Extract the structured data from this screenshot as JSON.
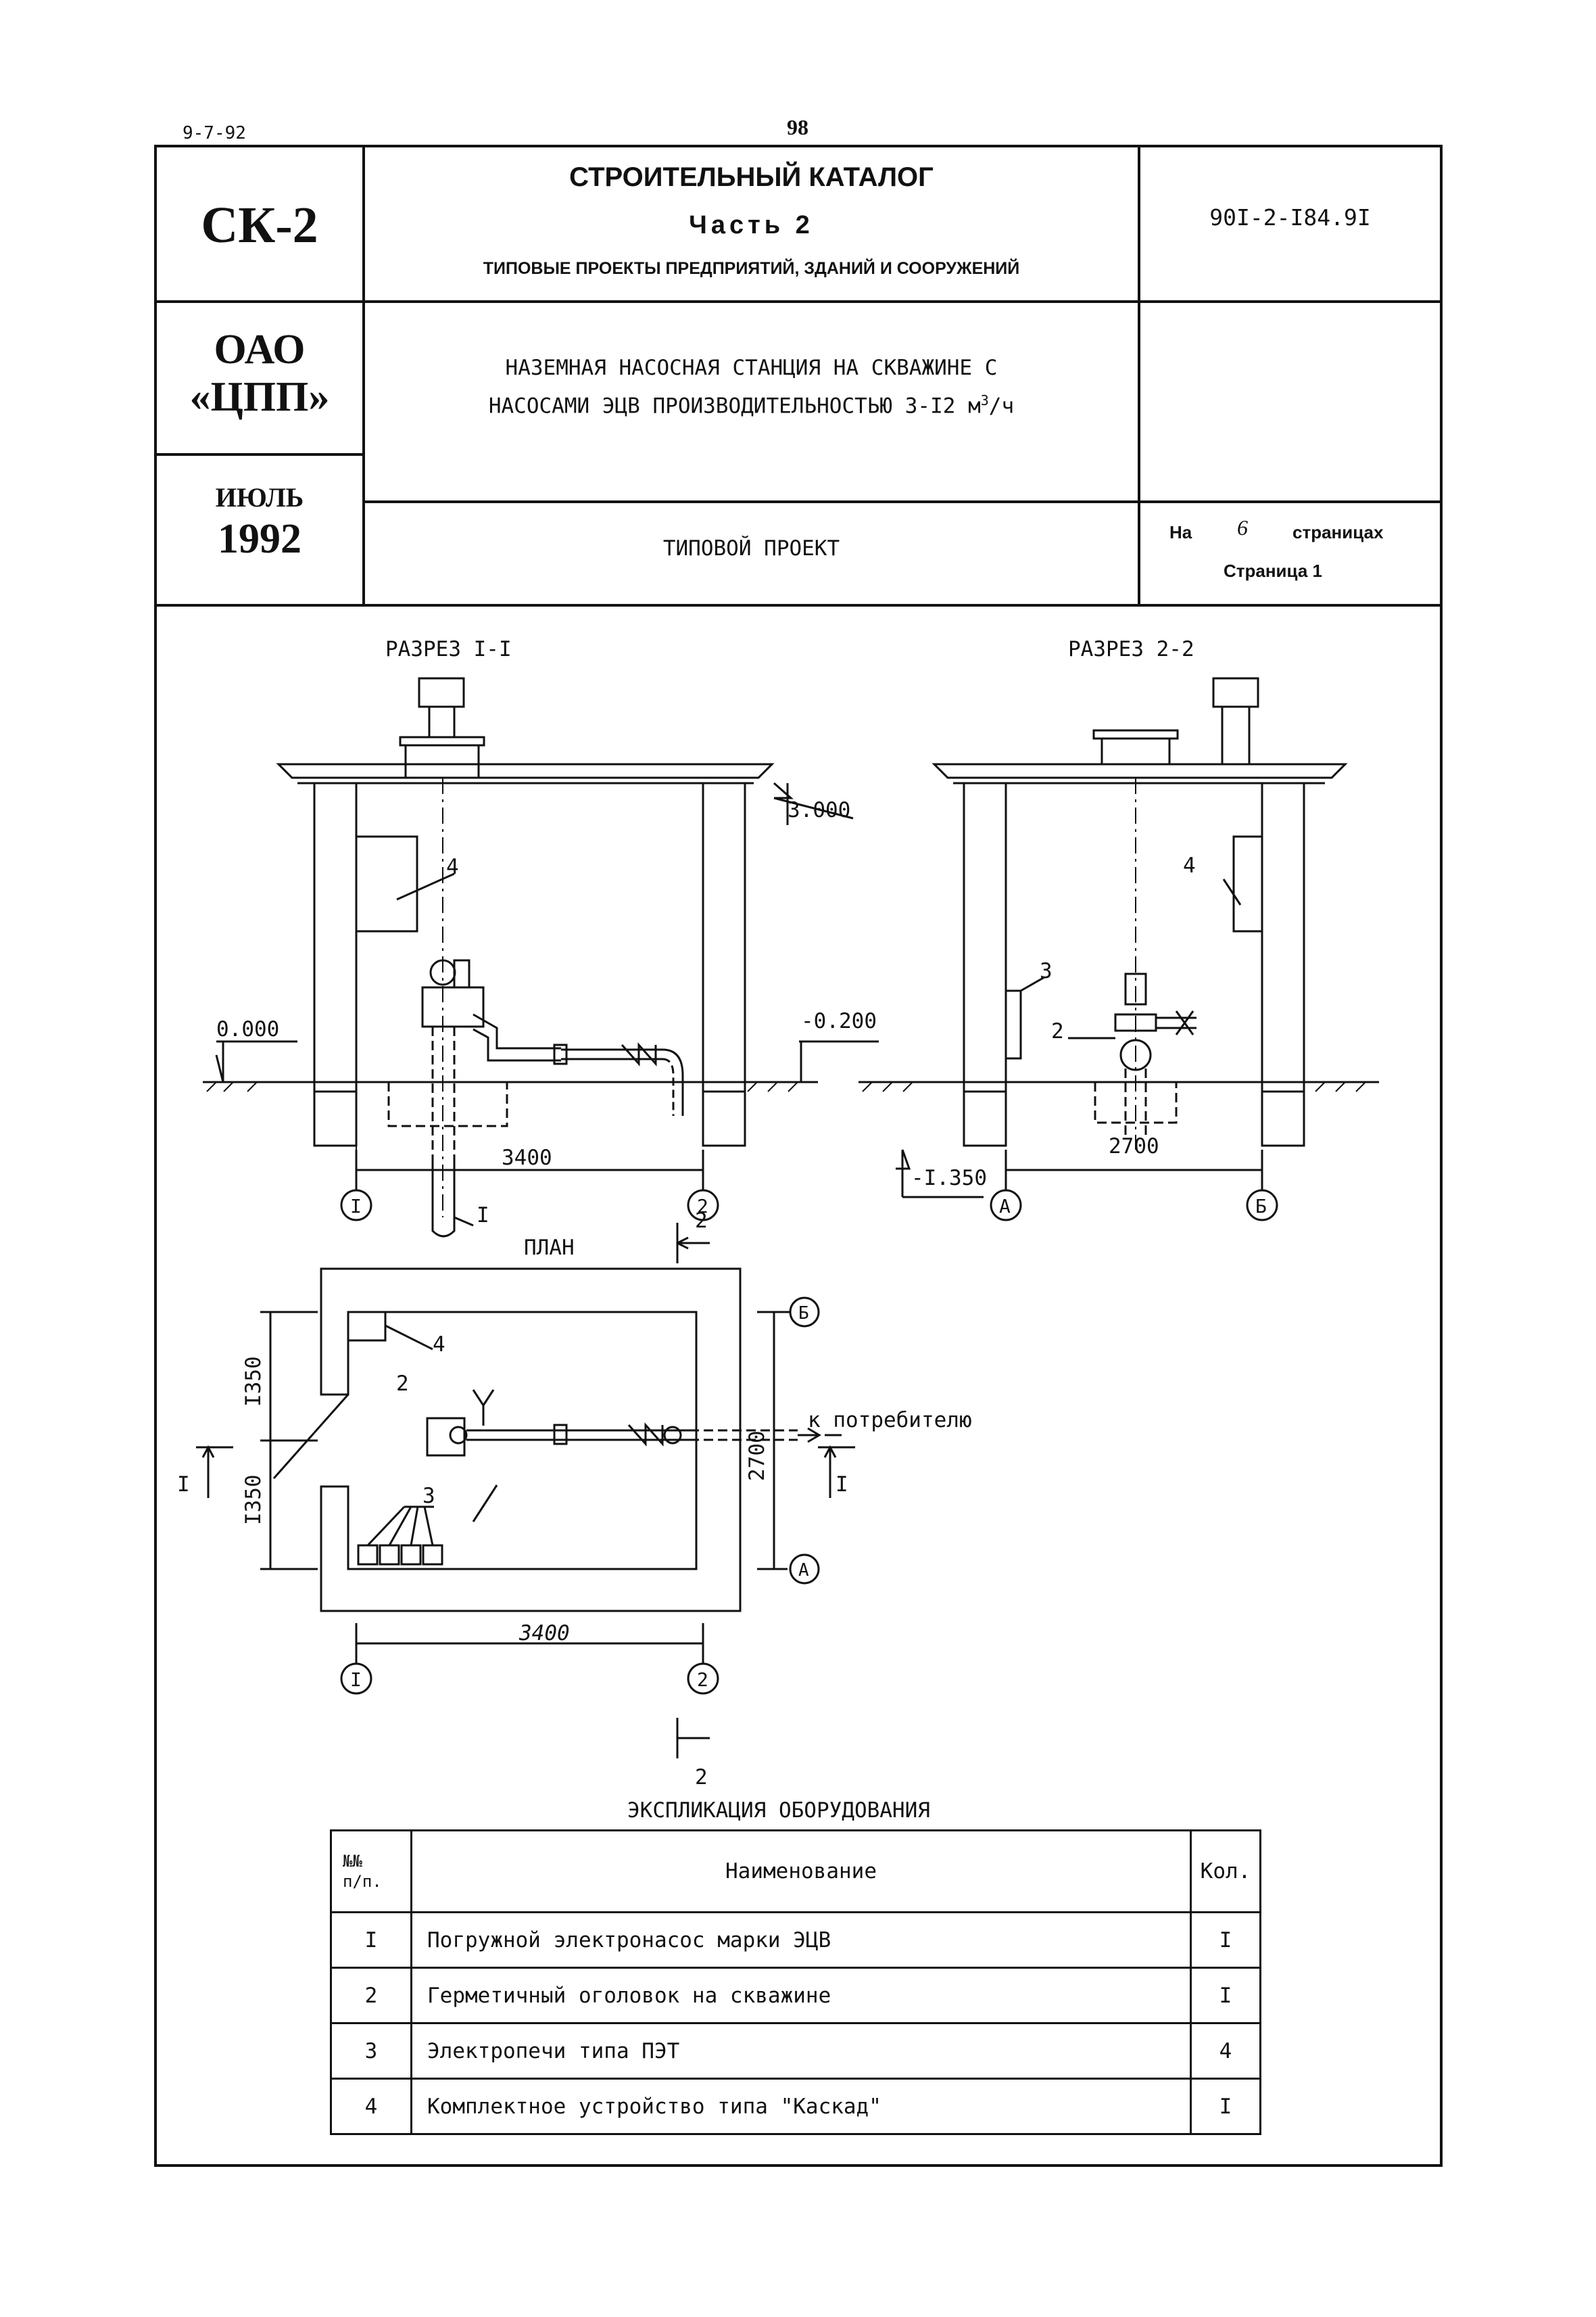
{
  "header": {
    "code_top_left": "9-7-92",
    "page_number": "98",
    "catalog_code": "СК-2",
    "catalog_title": "СТРОИТЕЛЬНЫЙ КАТАЛОГ",
    "catalog_part": "Часть 2",
    "catalog_subtitle": "ТИПОВЫЕ ПРОЕКТЫ ПРЕДПРИЯТИЙ, ЗДАНИЙ И СООРУЖЕНИЙ",
    "project_code": "90I-2-I84.9I",
    "org_line1": "ОАО",
    "org_line2": "«ЦПП»",
    "project_name_line1": "НАЗЕМНАЯ НАСОСНАЯ СТАНЦИЯ НА СКВАЖИНЕ С",
    "project_name_line2": "НАСОСАМИ ЭЦВ ПРОИЗВОДИТЕЛЬНОСТЬЮ 3-I2 м",
    "project_name_sup": "3",
    "project_name_tail": "/ч",
    "month": "ИЮЛЬ",
    "year": "1992",
    "project_type": "ТИПОВОЙ ПРОЕКТ",
    "pages_prefix": "На",
    "pages_count": "6",
    "pages_suffix": "страницах",
    "page_label": "Страница 1"
  },
  "drawing": {
    "section1_title": "РАЗРЕЗ I-I",
    "section2_title": "РАЗРЕЗ 2-2",
    "plan_title": "ПЛАН",
    "elev_3000": "3.000",
    "elev_0000": "0.000",
    "elev_m0200": "-0.200",
    "elev_m1350": "-I.350",
    "dim_3400": "3400",
    "dim_3400_plan": "3400",
    "dim_2700": "2700",
    "dim_2700_plan": "2700",
    "dim_1350_a": "I350",
    "dim_1350_b": "I350",
    "to_consumer": "к потребителю",
    "axis_1": "I",
    "axis_2": "2",
    "axis_A": "А",
    "axis_B": "Б",
    "cut_I": "I",
    "cut_2": "2",
    "callout_1": "I",
    "callout_2": "2",
    "callout_3": "3",
    "callout_4": "4"
  },
  "equipment": {
    "title": "ЭКСПЛИКАЦИЯ ОБОРУДОВАНИЯ",
    "col_no_line1": "№№",
    "col_no_line2": "п/п.",
    "col_name": "Наименование",
    "col_qty": "Кол.",
    "rows": [
      {
        "no": "I",
        "name": "Погружной электронасос марки ЭЦВ",
        "qty": "I"
      },
      {
        "no": "2",
        "name": "Герметичный оголовок на скважине",
        "qty": "I"
      },
      {
        "no": "3",
        "name": "Электропечи типа ПЭТ",
        "qty": "4"
      },
      {
        "no": "4",
        "name": "Комплектное устройство типа \"Каскад\"",
        "qty": "I"
      }
    ]
  }
}
